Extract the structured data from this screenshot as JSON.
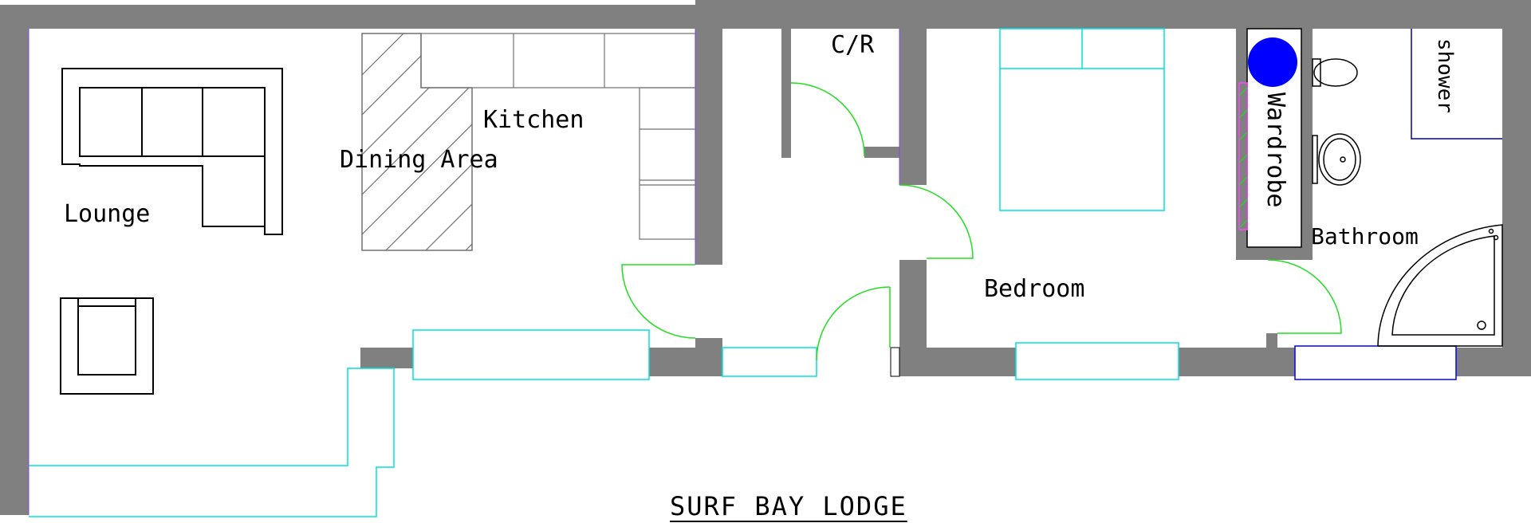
{
  "title": "SURF BAY LODGE",
  "rooms": {
    "lounge": "Lounge",
    "dining": "Dining Area",
    "kitchen": "Kitchen",
    "cr": "C/R",
    "bedroom": "Bedroom",
    "wardrobe": "Wardrobe",
    "bathroom": "Bathroom",
    "shower": "shower"
  },
  "colors": {
    "wall": "#808080",
    "furniture": "#000000",
    "window": "#00e0e0",
    "door": "#22dd22",
    "fixture_blue": "#0000ff",
    "hatch": "#707070",
    "wardrobe_edge": "#ff44ff"
  }
}
